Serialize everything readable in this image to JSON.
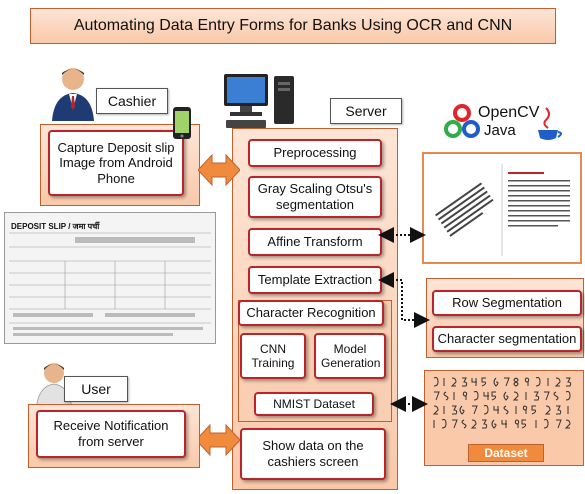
{
  "title": "Automating Data Entry Forms for Banks Using OCR and CNN",
  "actors": {
    "cashier": "Cashier",
    "server": "Server",
    "user": "User"
  },
  "cashier_box": "Capture Deposit slip Image from Android Phone",
  "user_box": "Receive Notification from server",
  "server_steps": {
    "preprocessing": "Preprocessing",
    "gray_scaling": "Gray Scaling Otsu's segmentation",
    "affine": "Affine Transform",
    "template": "Template Extraction",
    "char_recognition": "Character Recognition",
    "cnn_training": "CNN Training",
    "model_generation": "Model Generation",
    "nmist": "NMIST Dataset",
    "show_data": "Show data on the cashiers screen"
  },
  "right": {
    "opencv": "OpenCV",
    "java": "Java",
    "row_seg": "Row Segmentation",
    "char_seg": "Character segmentation",
    "dataset": "Dataset"
  },
  "slip": {
    "header": "DEPOSIT SLIP / जमा पर्ची"
  },
  "colors": {
    "accent_red": "#b8262b",
    "peach": "#f9c9aa",
    "arrow_orange": "#f08a3c"
  }
}
